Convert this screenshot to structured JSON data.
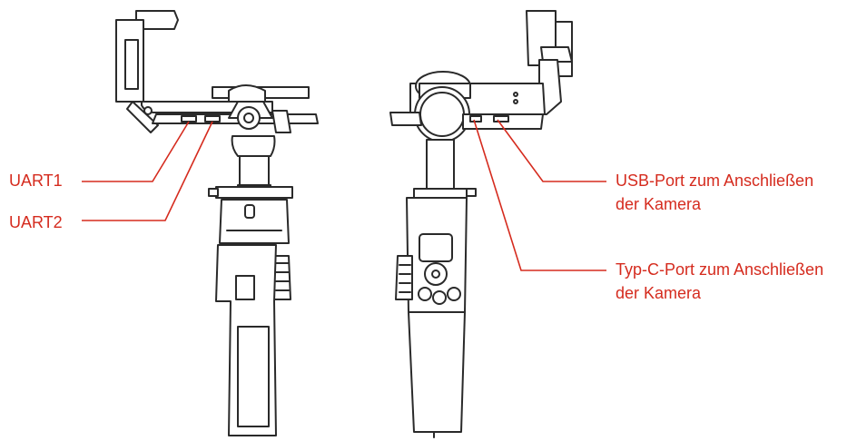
{
  "colors": {
    "callout": "#d52b1e",
    "line_art": "#2a2a2a",
    "fill": "#ffffff"
  },
  "labels": {
    "uart1": "UART1",
    "uart2": "UART2",
    "usb_line1": "USB-Port zum Anschließen",
    "usb_line2": "der Kamera",
    "typc_line1": "Typ-C-Port zum Anschließen",
    "typc_line2": "der Kamera"
  }
}
